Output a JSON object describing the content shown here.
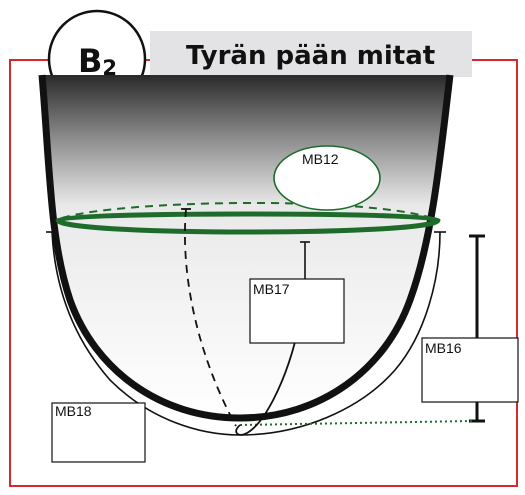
{
  "badge": {
    "letter": "B",
    "subscript": "2"
  },
  "title": "Tyrän pään mitat",
  "colors": {
    "frame": "#d42a2f",
    "ring": "#1e6b2c",
    "title_bg": "#e3e3e5",
    "ink": "#111111"
  },
  "labels": {
    "mb12": "MB12",
    "mb16": "MB16",
    "mb17": "MB17",
    "mb18": "MB18"
  }
}
